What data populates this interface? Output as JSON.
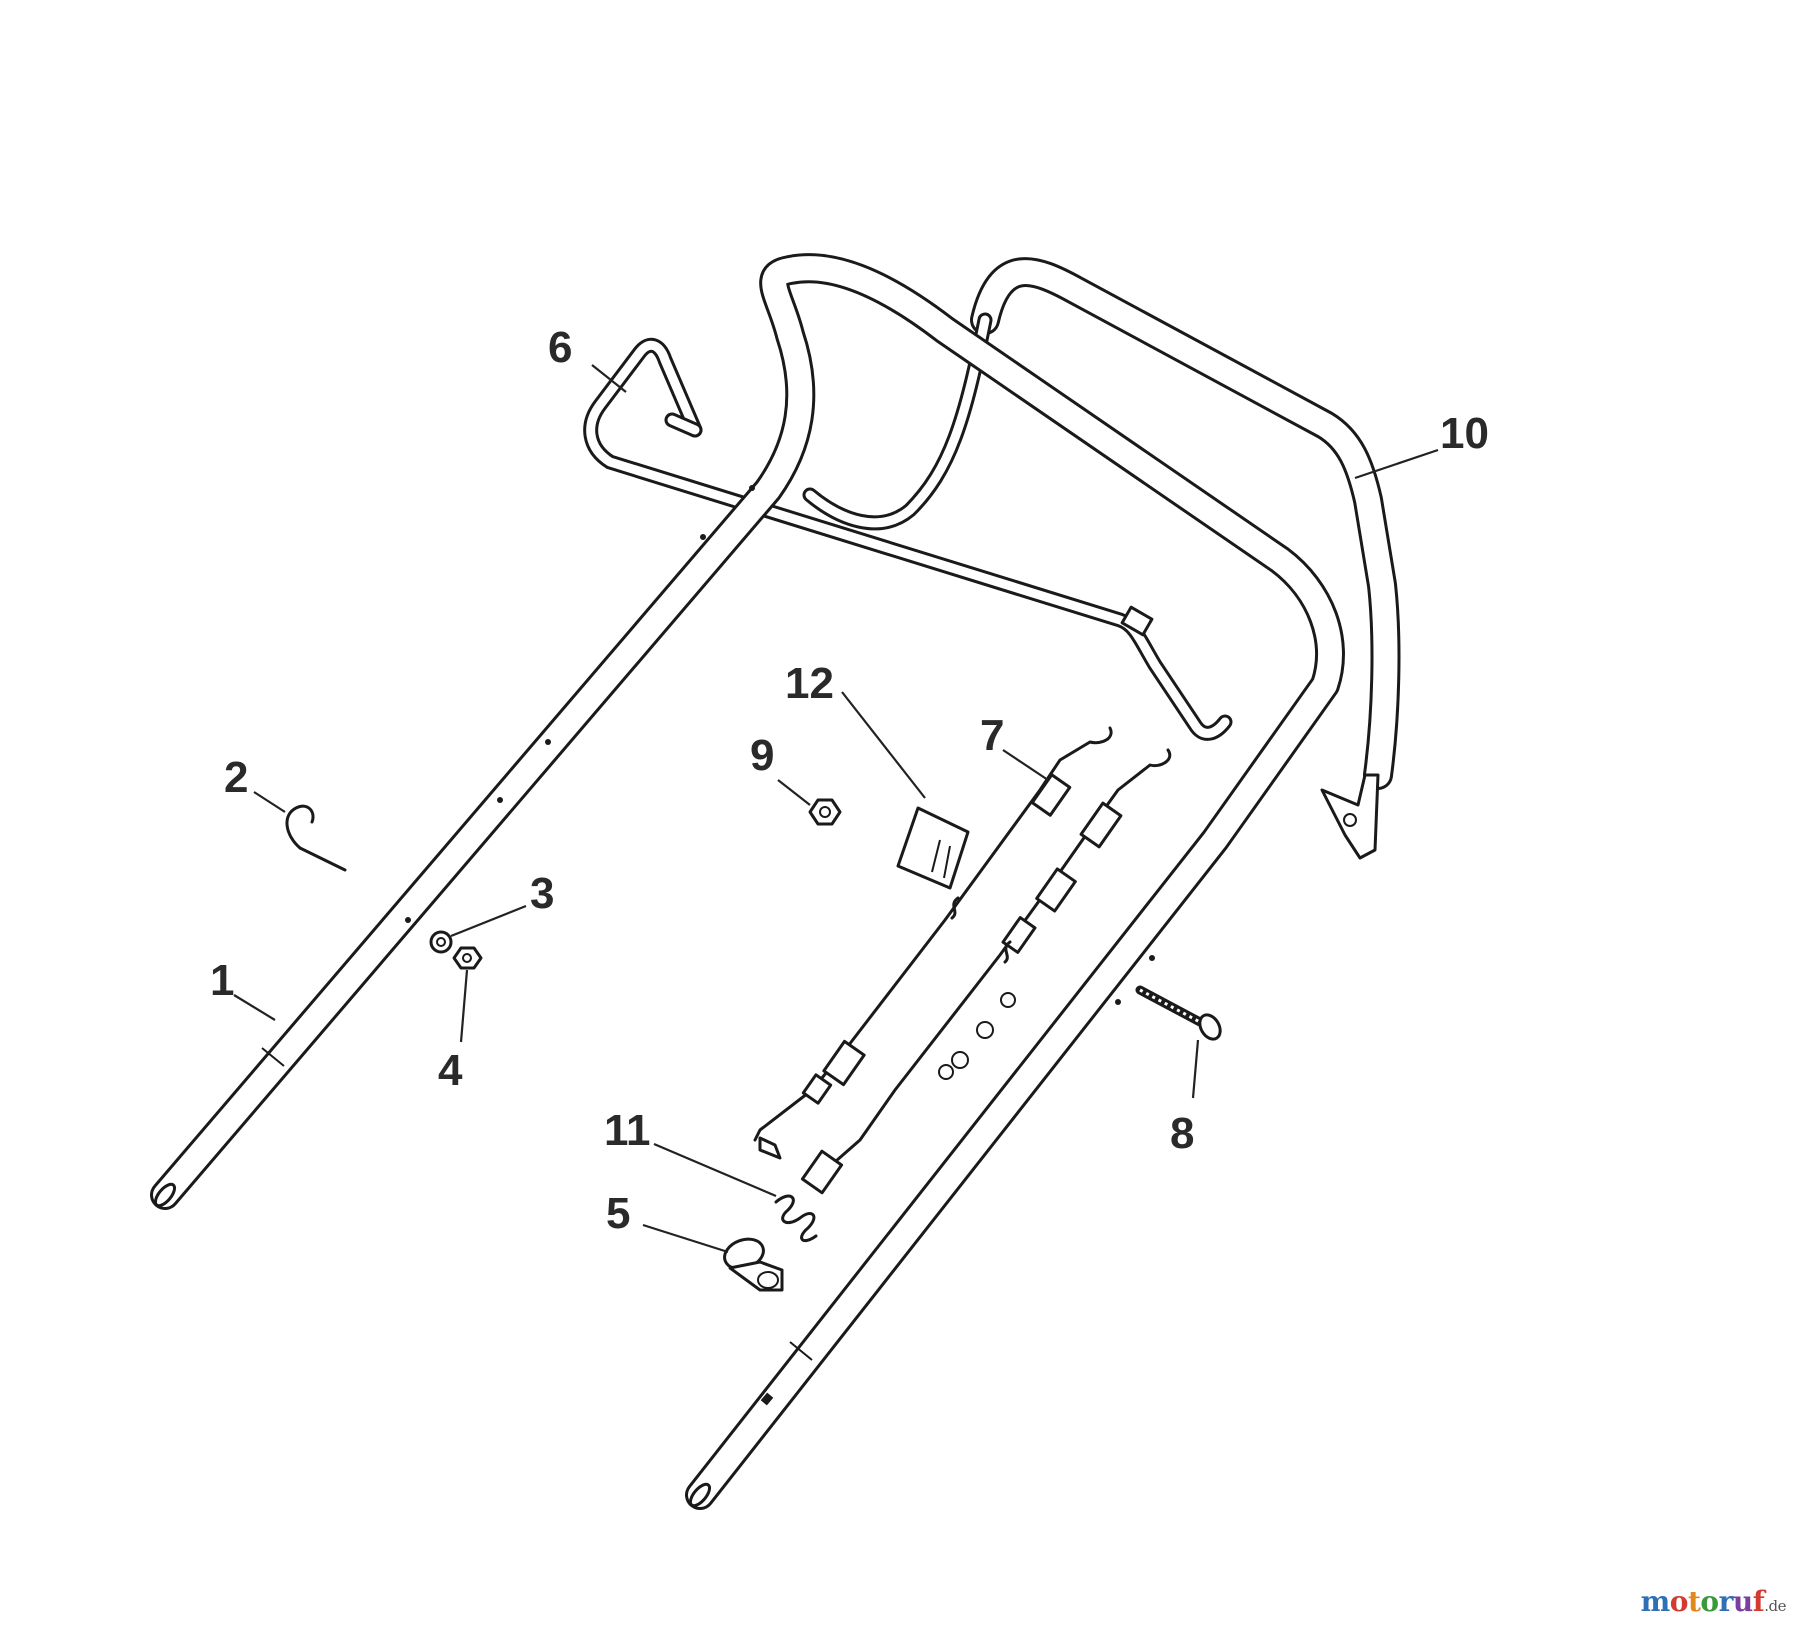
{
  "diagram": {
    "callouts": [
      {
        "id": "c1",
        "label": "1"
      },
      {
        "id": "c2",
        "label": "2"
      },
      {
        "id": "c3",
        "label": "3"
      },
      {
        "id": "c4",
        "label": "4"
      },
      {
        "id": "c5",
        "label": "5"
      },
      {
        "id": "c6",
        "label": "6"
      },
      {
        "id": "c7",
        "label": "7"
      },
      {
        "id": "c8",
        "label": "8"
      },
      {
        "id": "c9",
        "label": "9"
      },
      {
        "id": "c10",
        "label": "10"
      },
      {
        "id": "c11",
        "label": "11"
      },
      {
        "id": "c12",
        "label": "12"
      }
    ]
  },
  "watermark": {
    "text_m": "m",
    "text_o1": "o",
    "text_t": "t",
    "text_o2": "o",
    "text_r": "r",
    "text_u": "u",
    "text_f": "f",
    "text_de": ".de"
  }
}
